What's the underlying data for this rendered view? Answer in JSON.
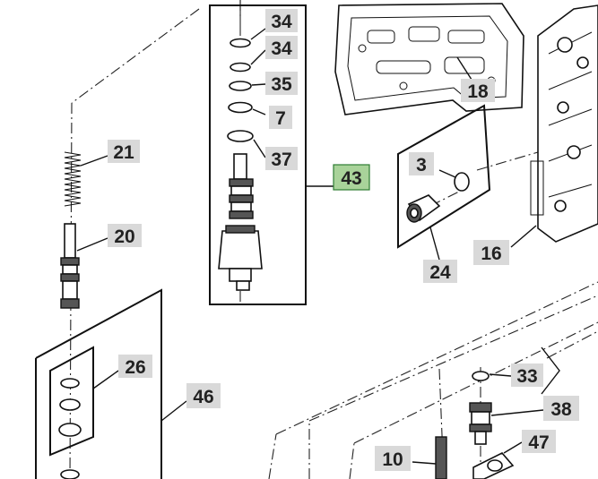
{
  "diagram": {
    "callouts": [
      {
        "id": "c34a",
        "label": "34",
        "highlight": false
      },
      {
        "id": "c34b",
        "label": "34",
        "highlight": false
      },
      {
        "id": "c35",
        "label": "35",
        "highlight": false
      },
      {
        "id": "c7",
        "label": "7",
        "highlight": false
      },
      {
        "id": "c37",
        "label": "37",
        "highlight": false
      },
      {
        "id": "c43",
        "label": "43",
        "highlight": true
      },
      {
        "id": "c18",
        "label": "18",
        "highlight": false
      },
      {
        "id": "c3",
        "label": "3",
        "highlight": false
      },
      {
        "id": "c24",
        "label": "24",
        "highlight": false
      },
      {
        "id": "c16",
        "label": "16",
        "highlight": false
      },
      {
        "id": "c21",
        "label": "21",
        "highlight": false
      },
      {
        "id": "c20",
        "label": "20",
        "highlight": false
      },
      {
        "id": "c26",
        "label": "26",
        "highlight": false
      },
      {
        "id": "c46",
        "label": "46",
        "highlight": false
      },
      {
        "id": "c33",
        "label": "33",
        "highlight": false
      },
      {
        "id": "c38",
        "label": "38",
        "highlight": false
      },
      {
        "id": "c47",
        "label": "47",
        "highlight": false
      },
      {
        "id": "c10",
        "label": "10",
        "highlight": false
      }
    ],
    "colors": {
      "callout_fill": "#d9d9d9",
      "callout_highlight_fill": "#a9d39a",
      "line": "#111111"
    }
  }
}
